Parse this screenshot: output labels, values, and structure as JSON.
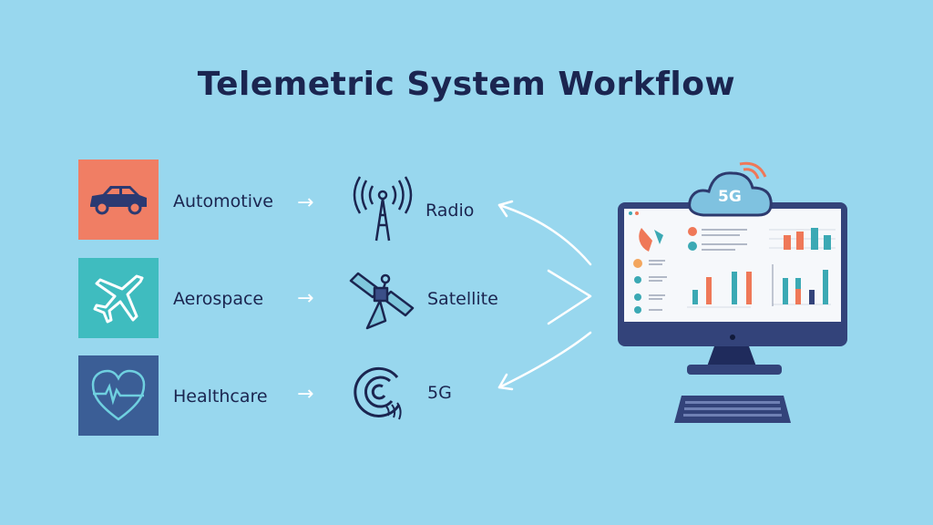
{
  "title": "Telemetric System Workflow",
  "sources": [
    {
      "label": "Automotive",
      "icon": "car-icon",
      "color": "#f07e64"
    },
    {
      "label": "Aerospace",
      "icon": "airplane-icon",
      "color": "#3fbcbf"
    },
    {
      "label": "Healthcare",
      "icon": "heart-pulse-icon",
      "color": "#3b5e96"
    }
  ],
  "channels": [
    {
      "label": "Radio",
      "icon": "radio-tower-icon"
    },
    {
      "label": "Satellite",
      "icon": "satellite-icon"
    },
    {
      "label": "5G",
      "icon": "5g-signal-icon"
    }
  ],
  "monitor": {
    "cloud_label": "5G"
  },
  "colors": {
    "background": "#98d7ee",
    "navy": "#1b2550",
    "orange": "#ef7858",
    "teal": "#3ba9b4"
  }
}
